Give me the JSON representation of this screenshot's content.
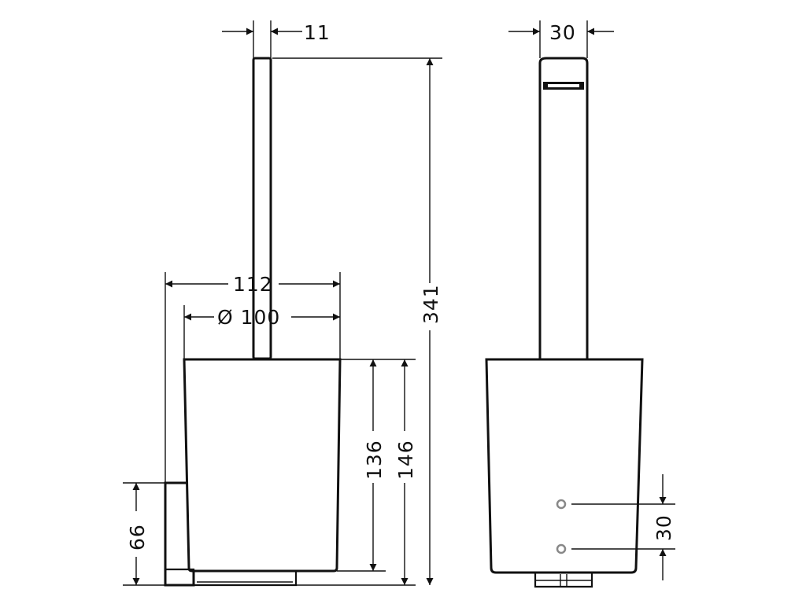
{
  "dimensions": {
    "handle_thickness": "11",
    "holder_depth": "30",
    "overall_width": "112",
    "bowl_diameter": "Ø 100",
    "overall_height": "341",
    "bowl_height_inner": "136",
    "bowl_height_outer": "146",
    "wall_bracket_height": "66",
    "mounting_hole_spacing": "30"
  }
}
